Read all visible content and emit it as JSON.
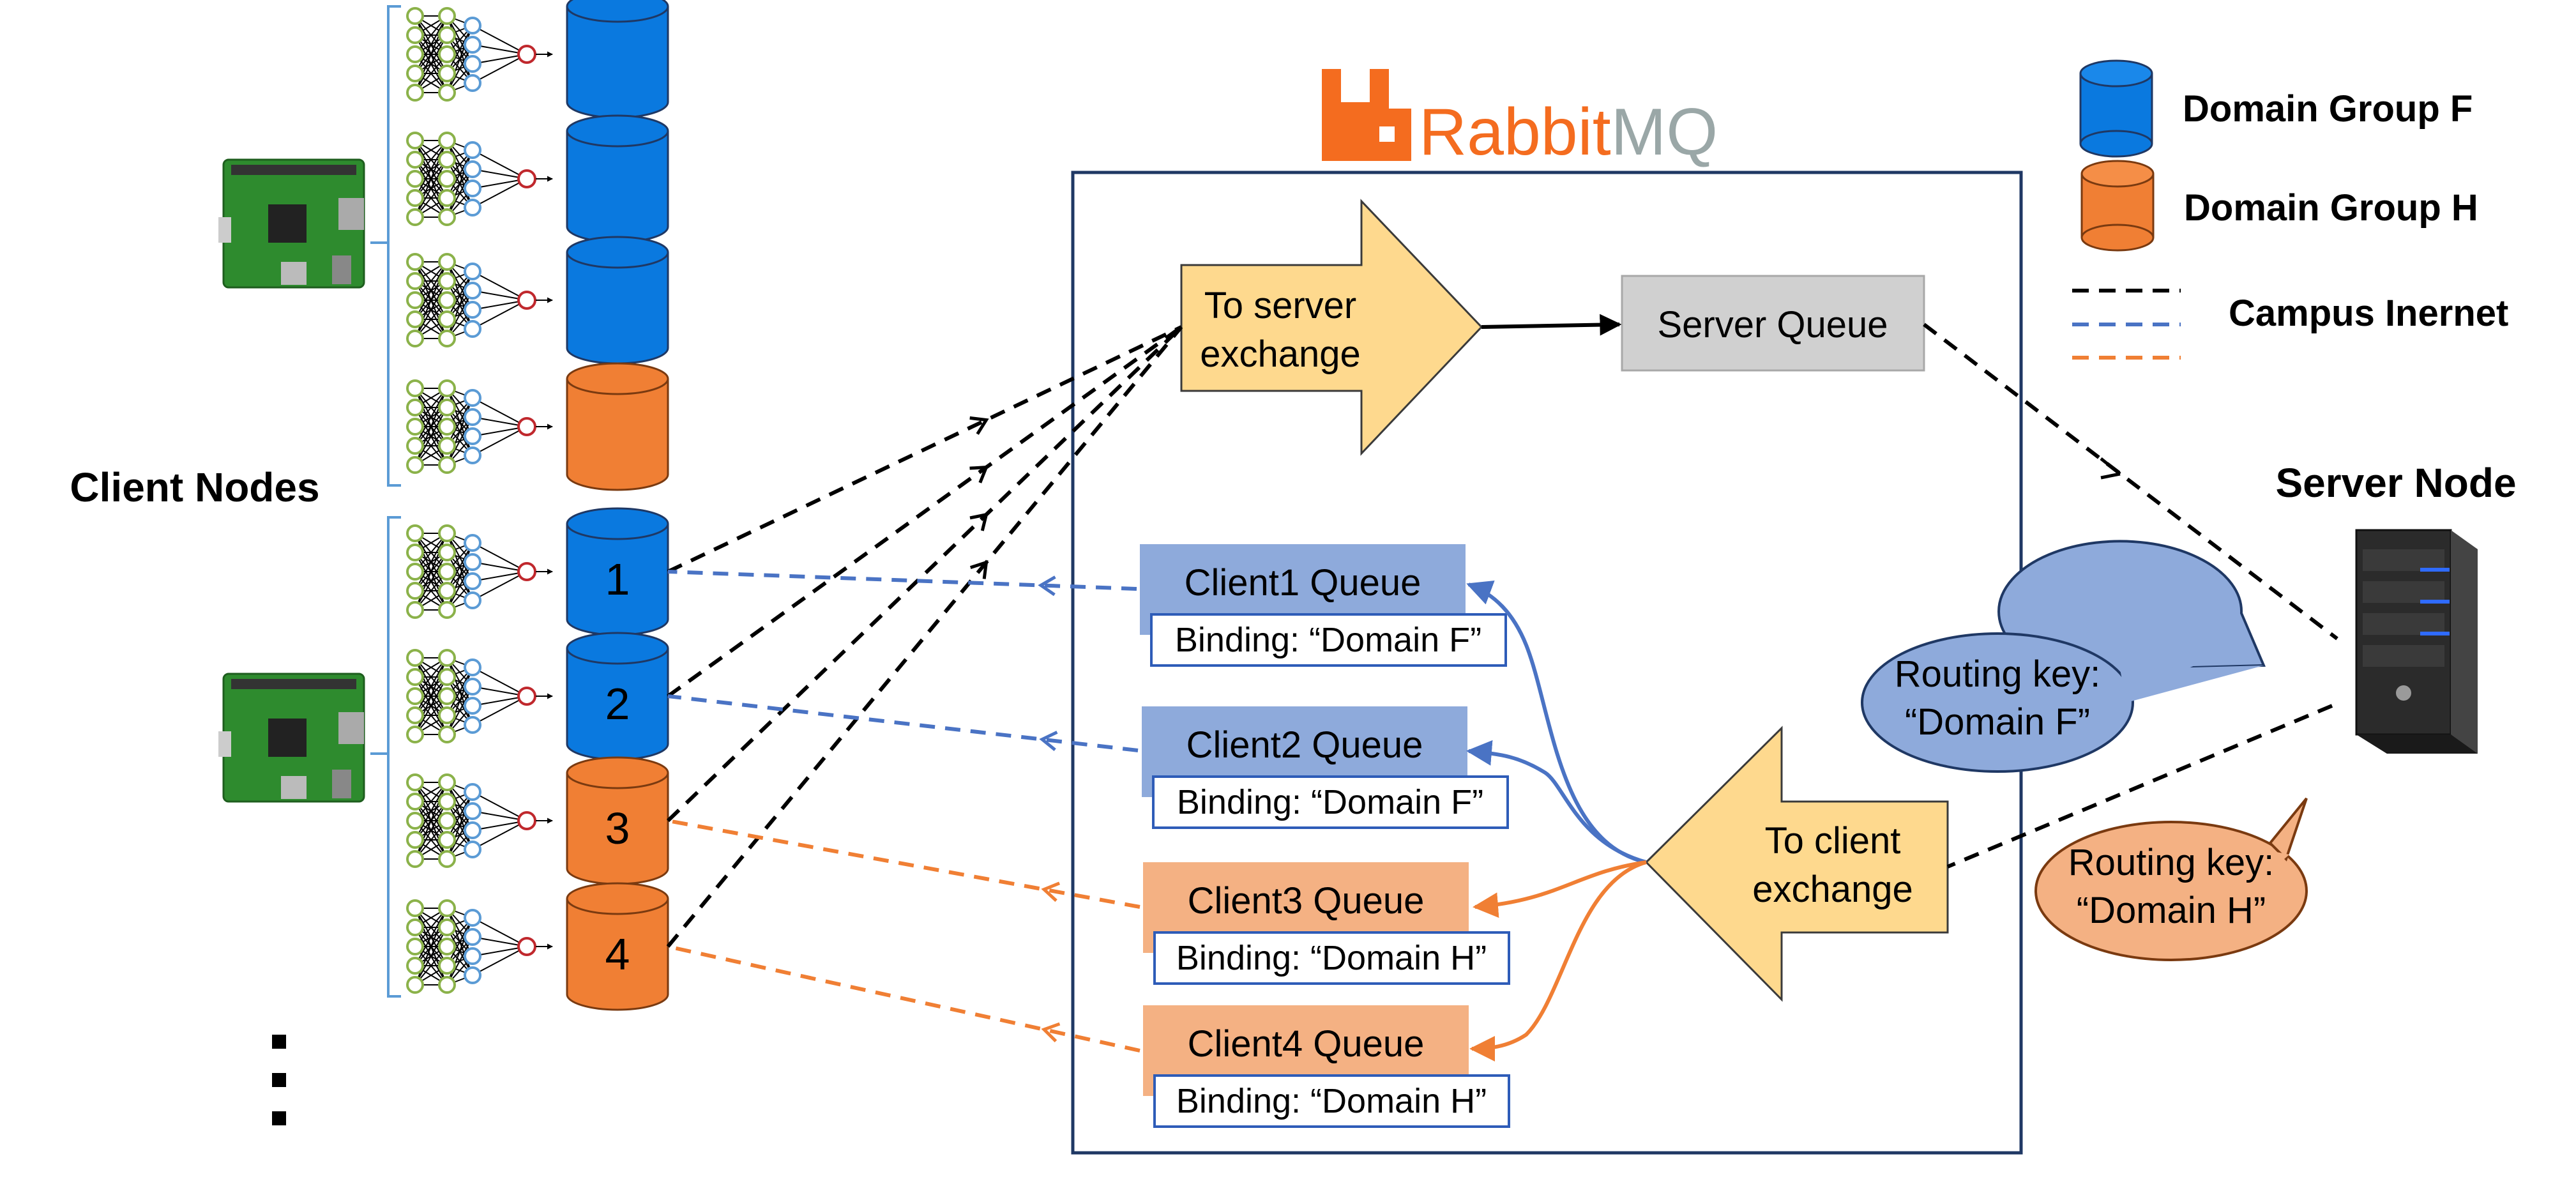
{
  "logo": {
    "word1": "Rabbit",
    "word2": "MQ"
  },
  "labels": {
    "client_nodes": "Client Nodes",
    "server_node": "Server Node",
    "dots": "⋮"
  },
  "legend": {
    "items": [
      {
        "label": "Domain Group F",
        "color": "#0a79df"
      },
      {
        "label": "Domain Group H",
        "color": "#f07f34"
      },
      {
        "label": "Campus Inernet",
        "colors": [
          "#000000",
          "#4a73c4",
          "#f07f34"
        ]
      }
    ]
  },
  "broker": {
    "to_server_exchange": [
      "To server",
      "exchange"
    ],
    "server_queue": "Server Queue",
    "to_client_exchange": [
      "To client",
      "exchange"
    ],
    "client_queues": [
      {
        "name": "Client1 Queue",
        "binding": "Binding: “Domain F”",
        "group": "F"
      },
      {
        "name": "Client2 Queue",
        "binding": "Binding: “Domain F”",
        "group": "F"
      },
      {
        "name": "Client3 Queue",
        "binding": "Binding: “Domain H”",
        "group": "H"
      },
      {
        "name": "Client4 Queue",
        "binding": "Binding: “Domain H”",
        "group": "H"
      }
    ]
  },
  "routing_keys": [
    {
      "line1": "Routing key:",
      "line2": "“Domain F”"
    },
    {
      "line1": "Routing key:",
      "line2": "“Domain H”"
    }
  ],
  "clients": [
    {
      "label": "",
      "group": "F"
    },
    {
      "label": "",
      "group": "F"
    },
    {
      "label": "",
      "group": "F"
    },
    {
      "label": "",
      "group": "H"
    },
    {
      "label": "1",
      "group": "F"
    },
    {
      "label": "2",
      "group": "F"
    },
    {
      "label": "3",
      "group": "H"
    },
    {
      "label": "4",
      "group": "H"
    }
  ],
  "colors": {
    "group_f": "#0a79df",
    "group_h": "#f07f34",
    "exchange_fill": "#fed98e",
    "queue_f": "#8eaadb",
    "queue_h": "#f4b183",
    "server_queue": "#d0d0d0",
    "broker_border": "#1f3864",
    "route_f": "#4a73c4",
    "route_h": "#f07f34",
    "bubble_f": "#8eaadb",
    "bubble_h": "#f4b183"
  }
}
